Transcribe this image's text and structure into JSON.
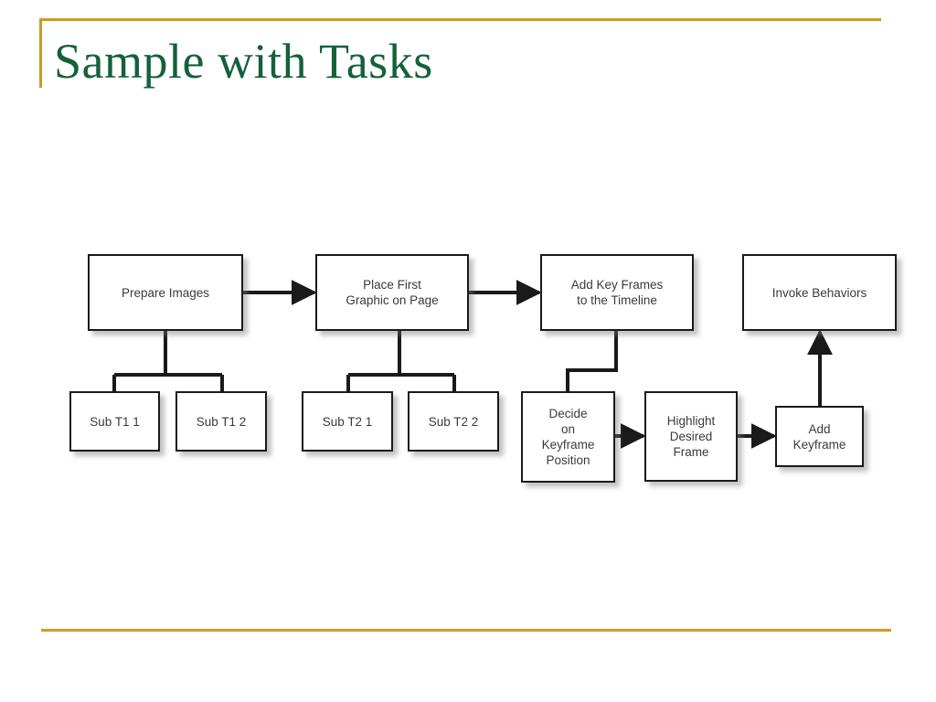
{
  "slide": {
    "title": "Sample with Tasks",
    "accent_color": "#cc9a22",
    "title_color": "#14613a",
    "background": "#ffffff"
  },
  "flowchart": {
    "node_border_color": "#1a1a1a",
    "node_fill": "#ffffff",
    "node_text_color": "#3a3a3a",
    "connector_color": "#1a1a1a",
    "nodes": [
      {
        "id": "prepare",
        "label": "Prepare Images"
      },
      {
        "id": "place",
        "label": "Place First\nGraphic on Page"
      },
      {
        "id": "addkeyframes",
        "label": "Add Key Frames\nto the Timeline"
      },
      {
        "id": "invoke",
        "label": "Invoke Behaviors"
      },
      {
        "id": "sub-t1-1",
        "label": "Sub T1 1"
      },
      {
        "id": "sub-t1-2",
        "label": "Sub T1 2"
      },
      {
        "id": "sub-t2-1",
        "label": "Sub T2 1"
      },
      {
        "id": "sub-t2-2",
        "label": "Sub T2 2"
      },
      {
        "id": "decide",
        "label": "Decide\non\nKeyframe\nPosition"
      },
      {
        "id": "highlight",
        "label": "Highlight\nDesired\nFrame"
      },
      {
        "id": "addkeyframe",
        "label": "Add\nKeyframe"
      }
    ],
    "connectors": [
      {
        "from": "prepare",
        "to": "place",
        "kind": "arrow-right"
      },
      {
        "from": "place",
        "to": "addkeyframes",
        "kind": "arrow-right"
      },
      {
        "from": "prepare",
        "to": "sub-t1-1",
        "kind": "tree-branch"
      },
      {
        "from": "prepare",
        "to": "sub-t1-2",
        "kind": "tree-branch"
      },
      {
        "from": "place",
        "to": "sub-t2-1",
        "kind": "tree-branch"
      },
      {
        "from": "place",
        "to": "sub-t2-2",
        "kind": "tree-branch"
      },
      {
        "from": "addkeyframes",
        "to": "decide",
        "kind": "elbow"
      },
      {
        "from": "decide",
        "to": "highlight",
        "kind": "arrow-right"
      },
      {
        "from": "highlight",
        "to": "addkeyframe",
        "kind": "arrow-right"
      },
      {
        "from": "addkeyframe",
        "to": "invoke",
        "kind": "arrow-up"
      }
    ]
  }
}
